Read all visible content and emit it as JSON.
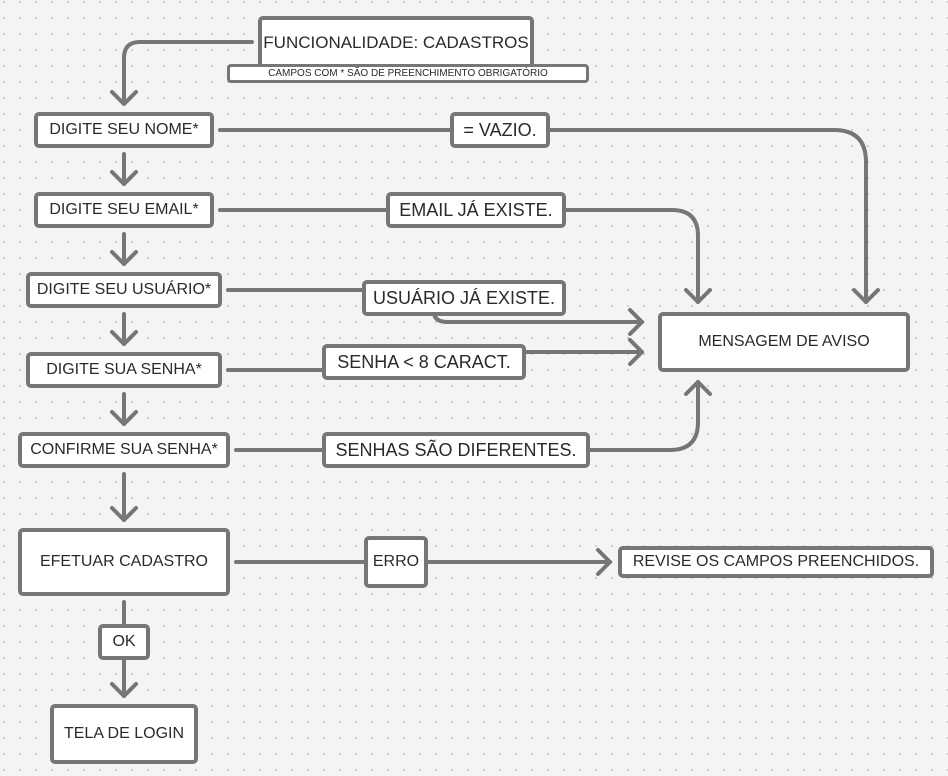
{
  "title": "FUNCIONALIDADE: CADASTROS",
  "subtitle": "CAMPOS COM * SÃO DE PREENCHIMENTO OBRIGATÓRIO",
  "steps": {
    "nome": "DIGITE SEU NOME*",
    "email": "DIGITE SEU EMAIL*",
    "usuario": "DIGITE SEU USUÁRIO*",
    "senha": "DIGITE SUA SENHA*",
    "confirma": "CONFIRME SUA SENHA*",
    "efetuar": "EFETUAR CADASTRO",
    "login": "TELA DE LOGIN"
  },
  "conditions": {
    "vazio": "= VAZIO.",
    "email_existe": "EMAIL JÁ EXISTE.",
    "usuario_existe": "USUÁRIO JÁ EXISTE.",
    "senha_curta": "SENHA < 8 CARACT.",
    "senhas_diferentes": "SENHAS SÃO DIFERENTES.",
    "erro": "ERRO",
    "ok": "OK"
  },
  "outcomes": {
    "aviso": "MENSAGEM DE AVISO",
    "revise": "REVISE OS CAMPOS PREENCHIDOS."
  },
  "colors": {
    "stroke": "#767676",
    "background": "#f4f4f4",
    "box": "#ffffff"
  }
}
